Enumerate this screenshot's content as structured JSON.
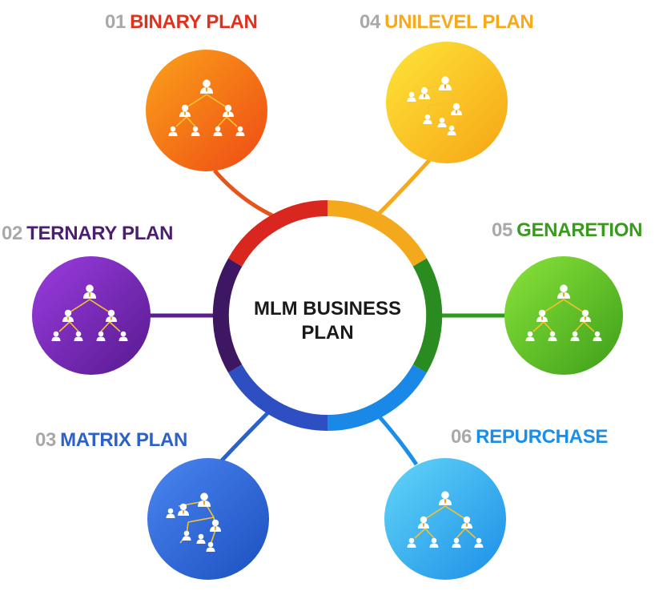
{
  "center": {
    "line1": "MLM BUSINESS",
    "line2": "PLAN"
  },
  "plans": [
    {
      "number": "01",
      "name": "BINARY PLAN",
      "color": "#e0301e",
      "icon": "binary-tree-icon"
    },
    {
      "number": "02",
      "name": "TERNARY PLAN",
      "color": "#4b1f6f",
      "icon": "ternary-tree-icon"
    },
    {
      "number": "03",
      "name": "MATRIX PLAN",
      "color": "#2c61c8",
      "icon": "matrix-network-icon"
    },
    {
      "number": "04",
      "name": "UNILEVEL PLAN",
      "color": "#f5a91b",
      "icon": "unilevel-network-icon"
    },
    {
      "number": "05",
      "name": "GENARETION",
      "color": "#3a9a1e",
      "icon": "generation-tree-icon"
    },
    {
      "number": "06",
      "name": "REPURCHASE",
      "color": "#1a8ee8",
      "icon": "repurchase-tree-icon"
    }
  ],
  "colors": {
    "number_gray": "#a9a9a9",
    "ring_top_left": "#d9261e",
    "ring_left": "#3d1761",
    "ring_bottom_left": "#2d4fc2",
    "ring_top_right": "#f4a81c",
    "ring_right": "#2a8c20",
    "ring_bottom_right": "#1a88e6"
  }
}
